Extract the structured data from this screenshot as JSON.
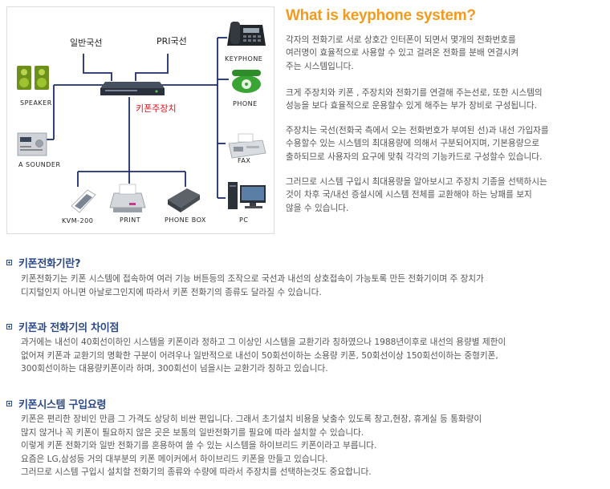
{
  "diagram": {
    "central_unit_label": "키폰주장치",
    "line_general": "일반국선",
    "line_pri": "PRI국선",
    "devices": {
      "speaker": "SPEAKER",
      "sounder": "A SOUNDER",
      "kvm": "KVM-200",
      "print": "PRINT",
      "phonebox": "PHONE BOX",
      "keyphone": "KEYPHONE",
      "phone": "PHONE",
      "fax": "FAX",
      "pc": "PC"
    },
    "colors": {
      "central_red": "#e0101a",
      "phone_green": "#3aa535",
      "line": "#1d2d6e"
    }
  },
  "intro": {
    "title": "What is keyphone system?",
    "paragraphs": [
      "각자의 전화기로 서로 상호간 인터폰이 되면서 몇개의 전화번호를\n여러명이 효율적으로 사용할 수 있고 걸려온 전화를 분배 연결시켜\n주는 시스템입니다.",
      "크게 주장치와 키폰 , 주장치와 전화기를 연결해 주는선로, 또한 시스템의\n성능을 보다 효율적으로 운용할수 있게 해주는 부가 장비로 구성됩니다.",
      "주장치는 국선(전화국 측에서 오는 전화번호가 부여된 선)과 내선 가입자를\n수용할수 있는 시스템의 최대용량에 의해서 구분되어지며, 기본용량으로\n출하되므로 사용자의 요구에 맞춰 각각의 기능카드로 구성할수 있습니다.",
      "그러므로 시스템 구입시 최대용량을 알아보시고 주장치 기종을 선택하시는\n것이 차후 국/내선 증설시에 시스템 전체를 교환해야 하는 낭패를 보지\n않을 수 있습니다."
    ]
  },
  "sections": [
    {
      "title": "키폰전화기란?",
      "body": "키폰전화기는 키폰 시스템에 접속하여 여러 기능 버튼등의 조작으로 국선과 내선의 상호접속이 가능토록 만든 전화기이며 주 장치가\n디지털인지 아니면 아날로그인지에 따라서 키폰 전화기의 종류도 달라질 수 있습니다."
    },
    {
      "title": "키폰과 전화기의 차이점",
      "body": "과거에는 내선이 40회선이하인 시스템을 키폰이라 정하고 그 이상인 시스템을 교환기라 칭하였으나 1988년이후로 내선의 용량별 제한이\n없어져 키폰과 교환기의 명확한 구분이 어려우나 일반적으로 내선이 50회선이하는 소용량 키폰, 50회선이상 150회선이하는 중형키폰,\n300회선이하는 대용량키폰이라 하며, 300회선이 넘을시는 교환기라 칭하고 있습니다."
    },
    {
      "title": "키폰시스템 구입요령",
      "body": "키폰은 편리한 장비인 만큼 그 가격도 상당히 비싼 편입니다. 그래서 초기설치 비용을 낮출수 있도록 창고,현장, 휴게실 등 통화량이\n많지 않거나 꼭 키폰이 필요하지 않은 곳은 보통의 일반전화기를 필요에 따라 설치할 수 있습니다.\n이렇게 키폰 전화기와 일반 전화기를 혼용하여 쓸 수 있는 시스템을 하이브리드 키폰이라고 부릅니다.\n요즘은 LG,삼성등 거의 대부분의 키폰 메이커에서 하이브리드 키폰을 만들고 있습니다.\n그러므로 시스템 구입시 설치할 전화기의 종류와 수량에 따라서 주장치를 선택하는것도 중요합니다."
    }
  ]
}
